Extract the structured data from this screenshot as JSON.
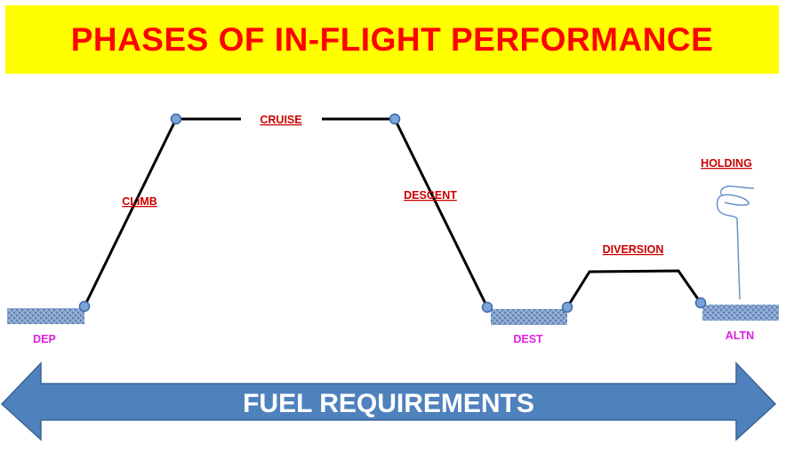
{
  "header": {
    "title": "PHASES OF IN-FLIGHT PERFORMANCE"
  },
  "phases": {
    "climb": "CLIMB",
    "cruise": "CRUISE",
    "descent": "DESCENT",
    "diversion": "DIVERSION",
    "holding": "HOLDING"
  },
  "airports": {
    "dep": "DEP",
    "dest": "DEST",
    "altn": "ALTN"
  },
  "footer": {
    "arrow_label": "FUEL REQUIREMENTS"
  },
  "colors": {
    "banner_bg": "#ffff00",
    "title": "#ff0000",
    "phase_label": "#cc0000",
    "airport_label": "#e020e0",
    "arrow_fill": "#4f81bd",
    "node_fill": "#7aa3d8"
  }
}
